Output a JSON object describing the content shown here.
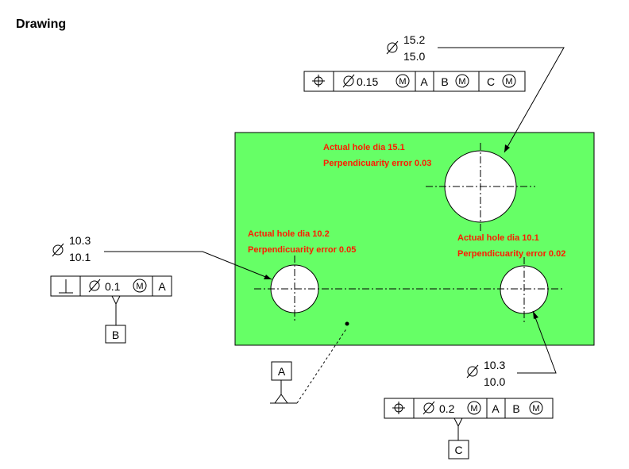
{
  "page_title": "Drawing",
  "colors": {
    "plate": "#66ff66",
    "annotation": "#ff1a00"
  },
  "icons": {
    "position": "position-symbol-icon",
    "perpendicularity": "perpendicularity-symbol-icon",
    "diameter": "diameter-symbol-icon",
    "mmc": "mmc-modifier-icon"
  },
  "top_hole": {
    "dim_upper": "15.2",
    "dim_lower": "15.0",
    "fcf": {
      "tolerance": "0.15",
      "mmc": "M",
      "datum1": "A",
      "datum2": "B",
      "datum2_mmc": "M",
      "datum3": "C",
      "datum3_mmc": "M"
    },
    "note_line1": "Actual hole dia 15.1",
    "note_line2": "Perpendicuarity error 0.03"
  },
  "left_hole": {
    "dim_upper": "10.3",
    "dim_lower": "10.1",
    "fcf": {
      "tolerance": "0.1",
      "mmc": "M",
      "datum1": "A"
    },
    "datum_label": "B",
    "note_line1": "Actual hole dia 10.2",
    "note_line2": "Perpendicuarity error 0.05"
  },
  "right_hole": {
    "dim_upper": "10.3",
    "dim_lower": "10.0",
    "fcf": {
      "tolerance": "0.2",
      "mmc": "M",
      "datum1": "A",
      "datum2": "B",
      "datum2_mmc": "M"
    },
    "datum_label": "C",
    "note_line1": "Actual hole dia 10.1",
    "note_line2": "Perpendicuarity error 0.02"
  },
  "datum_a_label": "A"
}
